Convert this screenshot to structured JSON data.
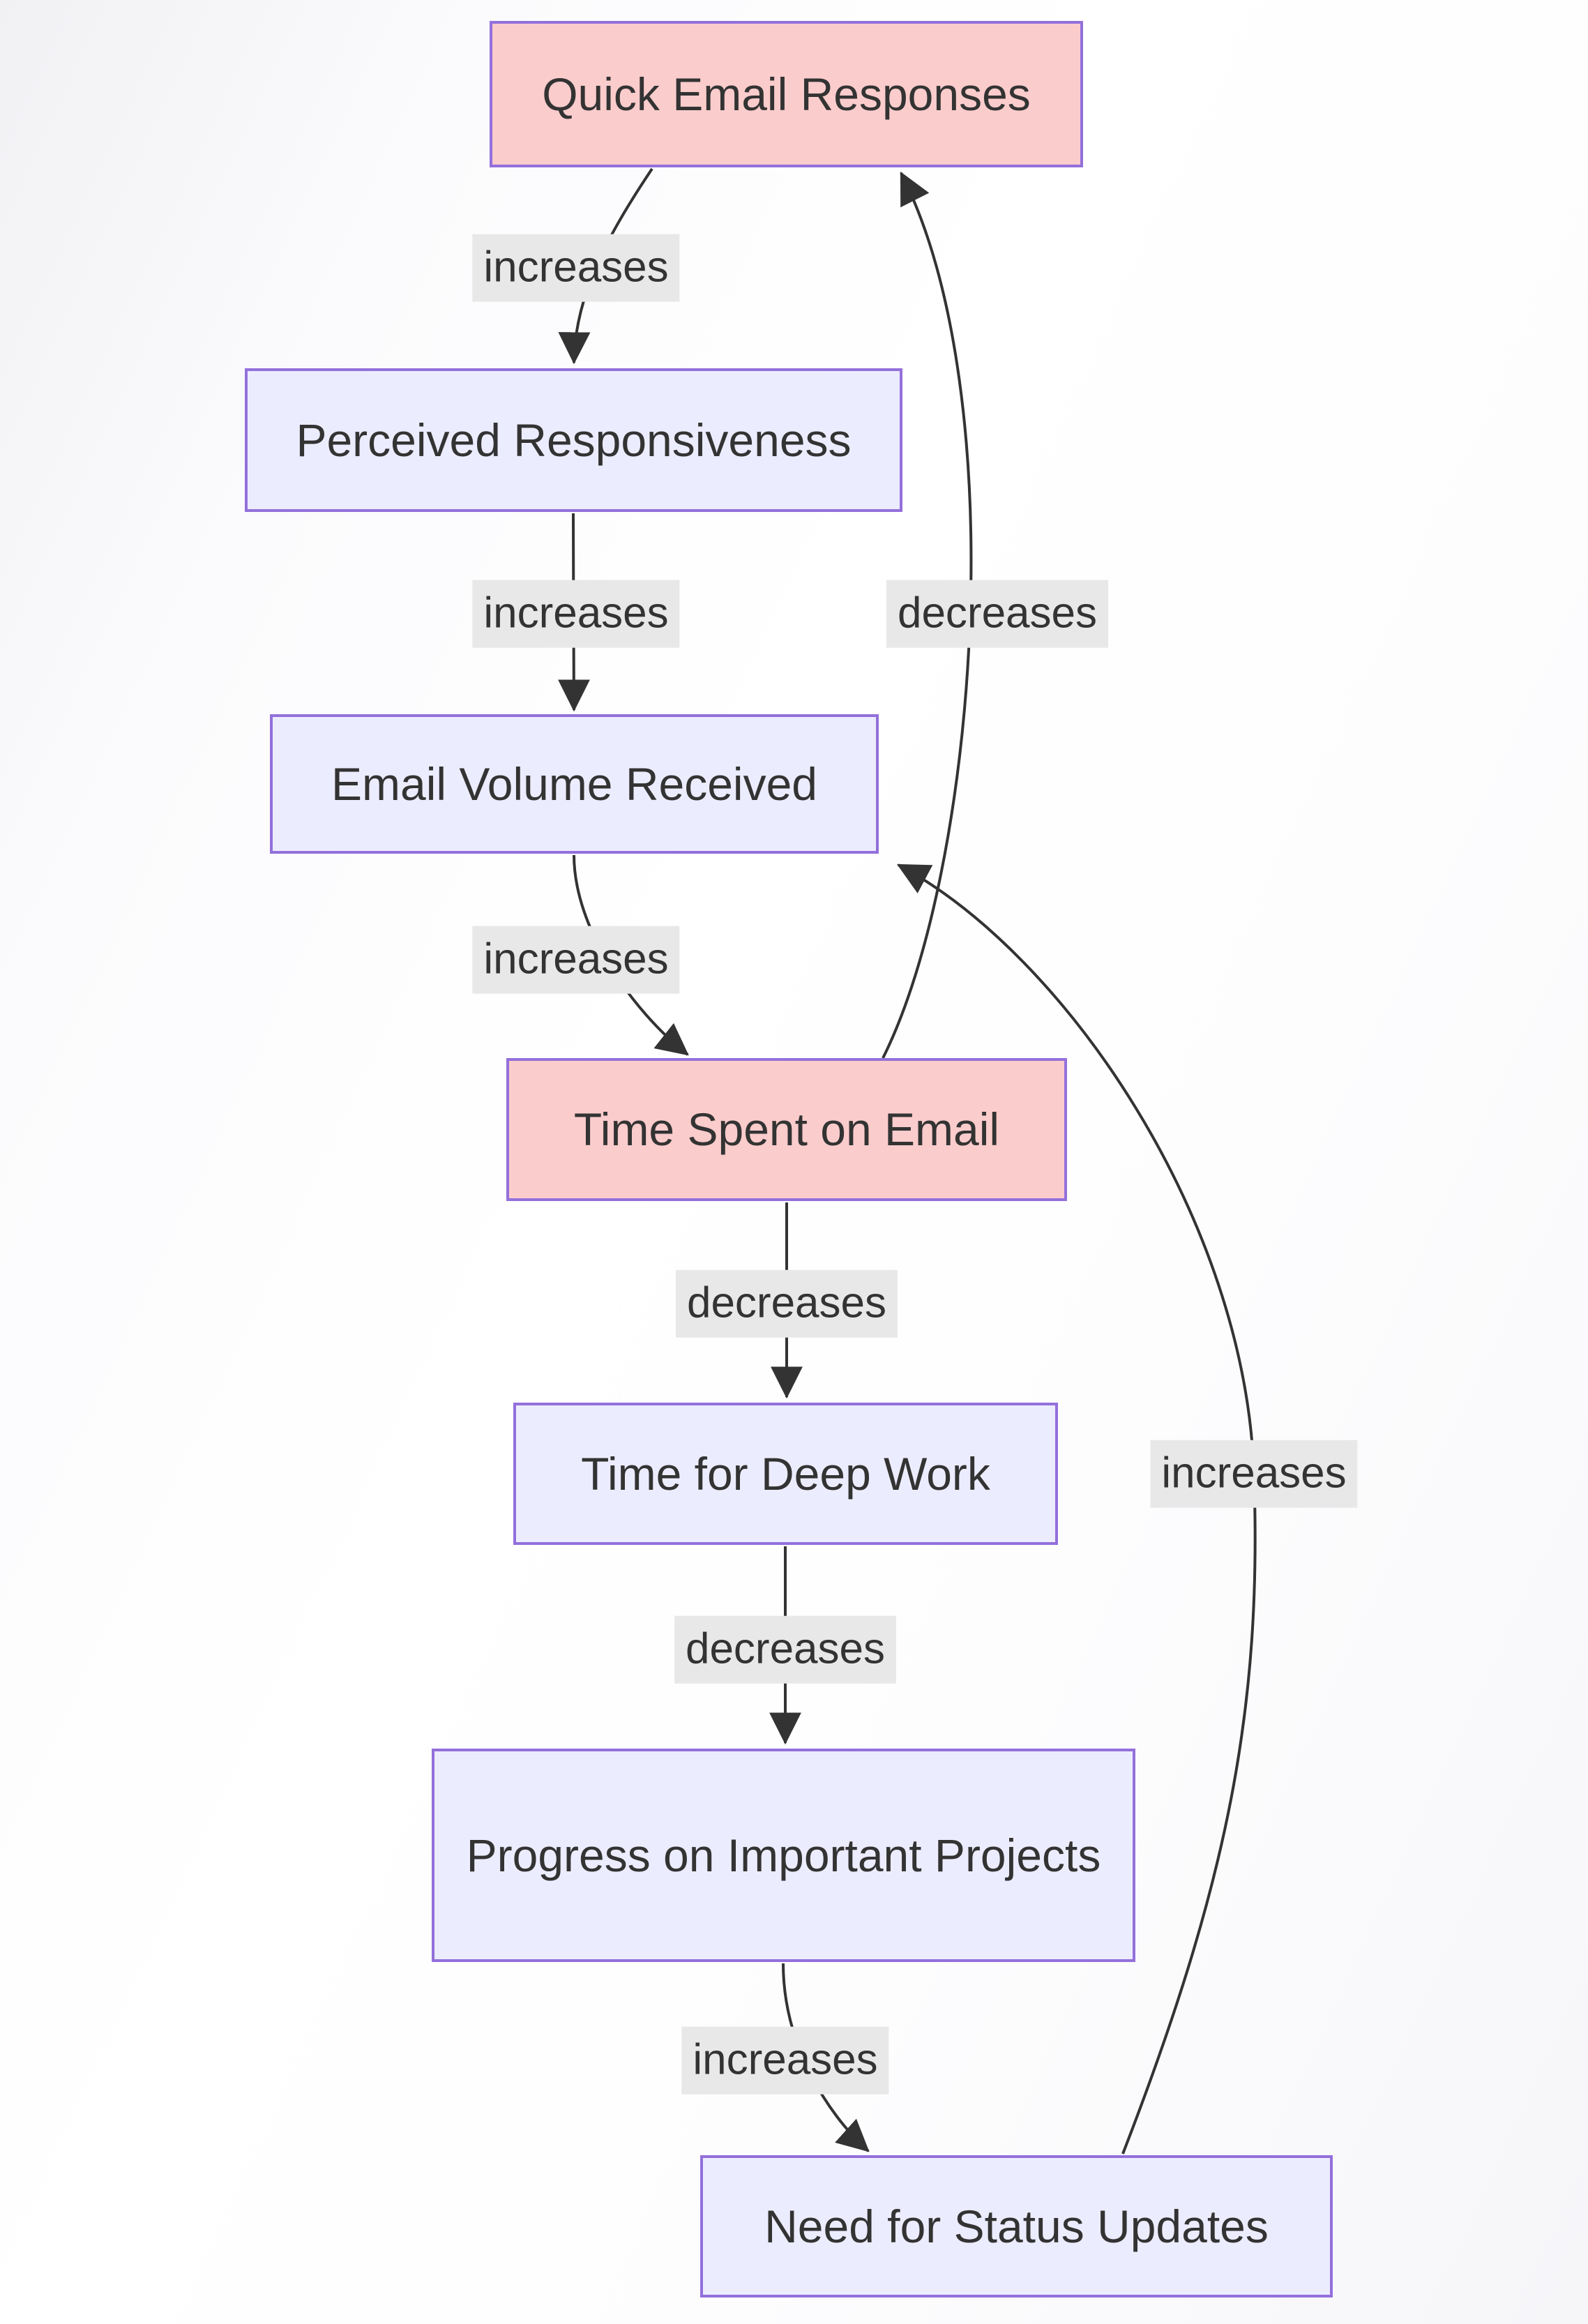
{
  "diagram": {
    "type": "flowchart",
    "direction": "top-down",
    "nodes": [
      {
        "id": "A",
        "label": "Quick Email Responses",
        "style": "highlight"
      },
      {
        "id": "B",
        "label": "Perceived Responsiveness",
        "style": "default"
      },
      {
        "id": "C",
        "label": "Email Volume Received",
        "style": "default"
      },
      {
        "id": "D",
        "label": "Time Spent on Email",
        "style": "highlight"
      },
      {
        "id": "E",
        "label": "Time for Deep Work",
        "style": "default"
      },
      {
        "id": "F",
        "label": "Progress on Important Projects",
        "style": "default"
      },
      {
        "id": "G",
        "label": "Need for Status Updates",
        "style": "default"
      }
    ],
    "edges": [
      {
        "from": "Quick Email Responses",
        "to": "Perceived Responsiveness",
        "label": "increases"
      },
      {
        "from": "Perceived Responsiveness",
        "to": "Email Volume Received",
        "label": "increases"
      },
      {
        "from": "Email Volume Received",
        "to": "Time Spent on Email",
        "label": "increases"
      },
      {
        "from": "Time Spent on Email",
        "to": "Quick Email Responses",
        "label": "decreases"
      },
      {
        "from": "Time Spent on Email",
        "to": "Time for Deep Work",
        "label": "decreases"
      },
      {
        "from": "Time for Deep Work",
        "to": "Progress on Important Projects",
        "label": "decreases"
      },
      {
        "from": "Progress on Important Projects",
        "to": "Need for Status Updates",
        "label": "increases"
      },
      {
        "from": "Need for Status Updates",
        "to": "Email Volume Received",
        "label": "increases"
      }
    ],
    "colors": {
      "node_fill": "#ECECFF",
      "node_border": "#9370DB",
      "highlight_node_fill": "#FBCCCC",
      "edge_stroke": "#333333",
      "edge_label_bg": "#E8E8E8",
      "text": "#333333"
    }
  }
}
